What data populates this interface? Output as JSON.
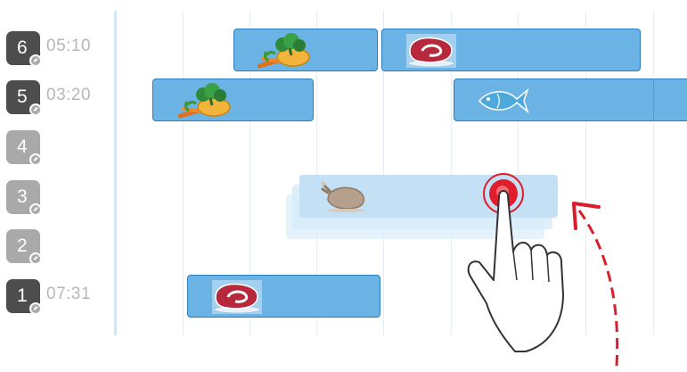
{
  "rows": [
    {
      "number": "6",
      "time": "05:10",
      "active": true
    },
    {
      "number": "5",
      "time": "03:20",
      "active": true
    },
    {
      "number": "4",
      "time": "",
      "active": false
    },
    {
      "number": "3",
      "time": "",
      "active": false
    },
    {
      "number": "2",
      "time": "",
      "active": false
    },
    {
      "number": "1",
      "time": "07:31",
      "active": true
    }
  ],
  "items": [
    {
      "row": "6",
      "food": "vegetables-icon"
    },
    {
      "row": "6",
      "food": "meat-icon"
    },
    {
      "row": "5",
      "food": "vegetables-icon"
    },
    {
      "row": "5",
      "food": "fish-icon"
    },
    {
      "row": "3",
      "food": "chicken-icon",
      "state": "dragging"
    },
    {
      "row": "1",
      "food": "meat-icon"
    }
  ],
  "gesture": {
    "type": "drag",
    "direction": "up",
    "icon": "hand-pointer-icon"
  },
  "colors": {
    "bar_fill": "#6ab3e4",
    "bar_border": "#2c7fbe",
    "ghost_fill": "#d8ecf9",
    "badge_active": "#4d4d4d",
    "badge_inactive": "#a9a9a9",
    "time_text": "#b7b7b7",
    "touch_point": "#e01e2b",
    "arrow": "#d81e2c"
  }
}
